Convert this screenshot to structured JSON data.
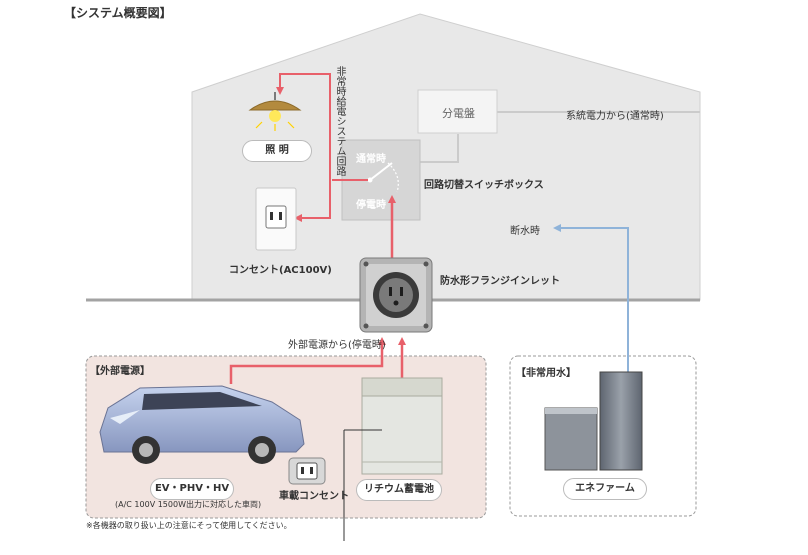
{
  "title": "【システム概要図】",
  "labels": {
    "lighting": "照 明",
    "vertical_circuit": "非常時給電システム回路",
    "distribution_board": "分電盤",
    "grid_power": "系統電力から(通常時)",
    "normal_time": "通常時",
    "outage_time": "停電時",
    "switch_box": "回路切替スイッチボックス",
    "outlet": "コンセント(AC100V)",
    "water_outage": "断水時",
    "inlet": "防水形フランジインレット",
    "external_from": "外部電源から(停電時)",
    "external_power": "【外部電源】",
    "emergency_water": "【非常用水】",
    "ev": "EV・PHV・HV",
    "ev_note": "(A/C 100V 1500W出力に対応した車両)",
    "car_outlet": "車載コンセント",
    "lithium_battery": "リチウム蓄電池",
    "ene_farm": "エネファーム",
    "footnote": "※各機器の取り扱い上の注意にそって使用してください。"
  },
  "colors": {
    "house": "#e8e8e8",
    "house_outline": "#c8c8c8",
    "ground": "#a0a0a0",
    "emergency_line": "#e8606a",
    "normal_line": "#c8c8c8",
    "water_line": "#8fb3d9",
    "external_box": "#f2e4e0",
    "car_body": "#aab8d8",
    "battery": "#e4e6e1"
  }
}
